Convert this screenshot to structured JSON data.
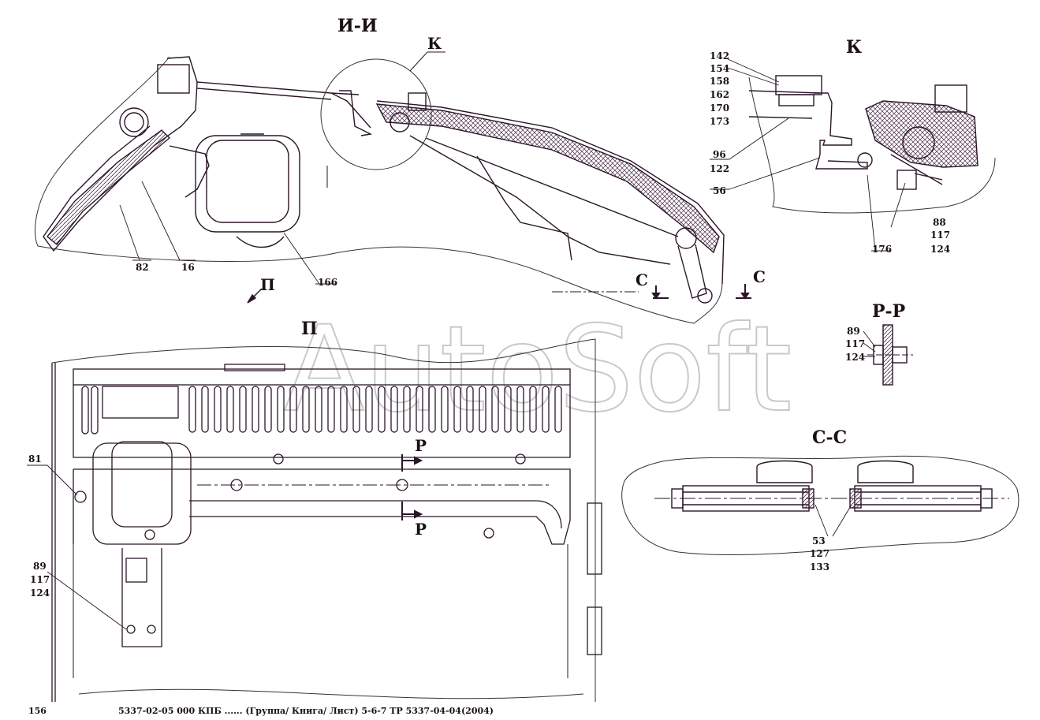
{
  "colors": {
    "line": "#2a1628",
    "hatch": "#4a2a48",
    "outline": "#3a3a3a",
    "watermark": "#c9c9c9"
  },
  "views": {
    "section_ii": "И-И",
    "view_k_ref": "К",
    "view_k": "К",
    "section_pp": "Р-Р",
    "section_cc": "С-С",
    "view_p": "П",
    "view_p_arrow": "П"
  },
  "cut_marks": {
    "c_left": "С",
    "c_right": "С",
    "p_top": "Р",
    "p_bottom": "Р"
  },
  "callouts_main": {
    "c82": "82",
    "c16": "16",
    "c166": "166"
  },
  "callouts_k": {
    "g1": [
      "142",
      "154",
      "158",
      "162",
      "170",
      "173"
    ],
    "g2": [
      "96",
      "122"
    ],
    "c56": "56",
    "g3": [
      "88",
      "117",
      "124"
    ],
    "c176": "176"
  },
  "callouts_pp": [
    "89",
    "117",
    "124"
  ],
  "callouts_cc": [
    "53",
    "127",
    "133"
  ],
  "callouts_plan": {
    "c81": "81",
    "g89": [
      "89",
      "117",
      "124"
    ]
  },
  "watermark": "AutoSoft",
  "footer": {
    "page": "156",
    "text": "5337-02-05 000 КПБ ...... (Группа/ Книга/ Лист) 5-6-7 ТР 5337-04-04(2004)"
  }
}
